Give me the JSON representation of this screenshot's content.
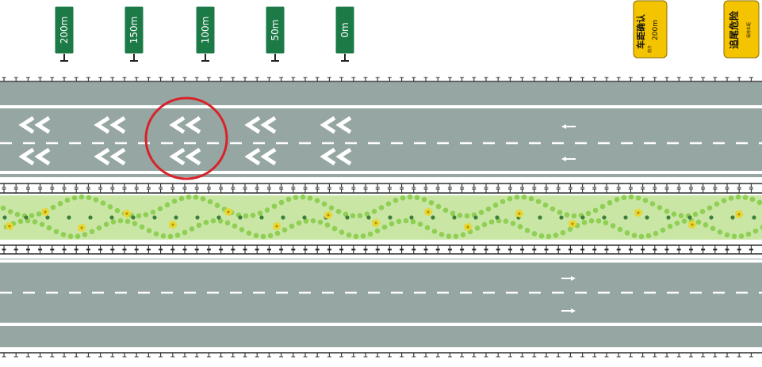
{
  "colors": {
    "road": "#96a6a2",
    "line": "#ffffff",
    "median_green": "#8fcf54",
    "median_dark": "#3d7f3b",
    "flower": "#e8d633",
    "sign_green": "#1c7a47",
    "sign_yellow": "#f5c400",
    "circle": "#d8222a"
  },
  "distance_signs": [
    "200m",
    "150m",
    "100m",
    "50m",
    "0m"
  ],
  "warning_signs": [
    {
      "title": "车距确认",
      "distance": "200m",
      "subtitle": "前方"
    },
    {
      "title": "追尾危险",
      "subtitle": "保持车距"
    }
  ],
  "chevron_rows": 2,
  "chevron_columns": 5,
  "highlighted_chevron_column": 3
}
